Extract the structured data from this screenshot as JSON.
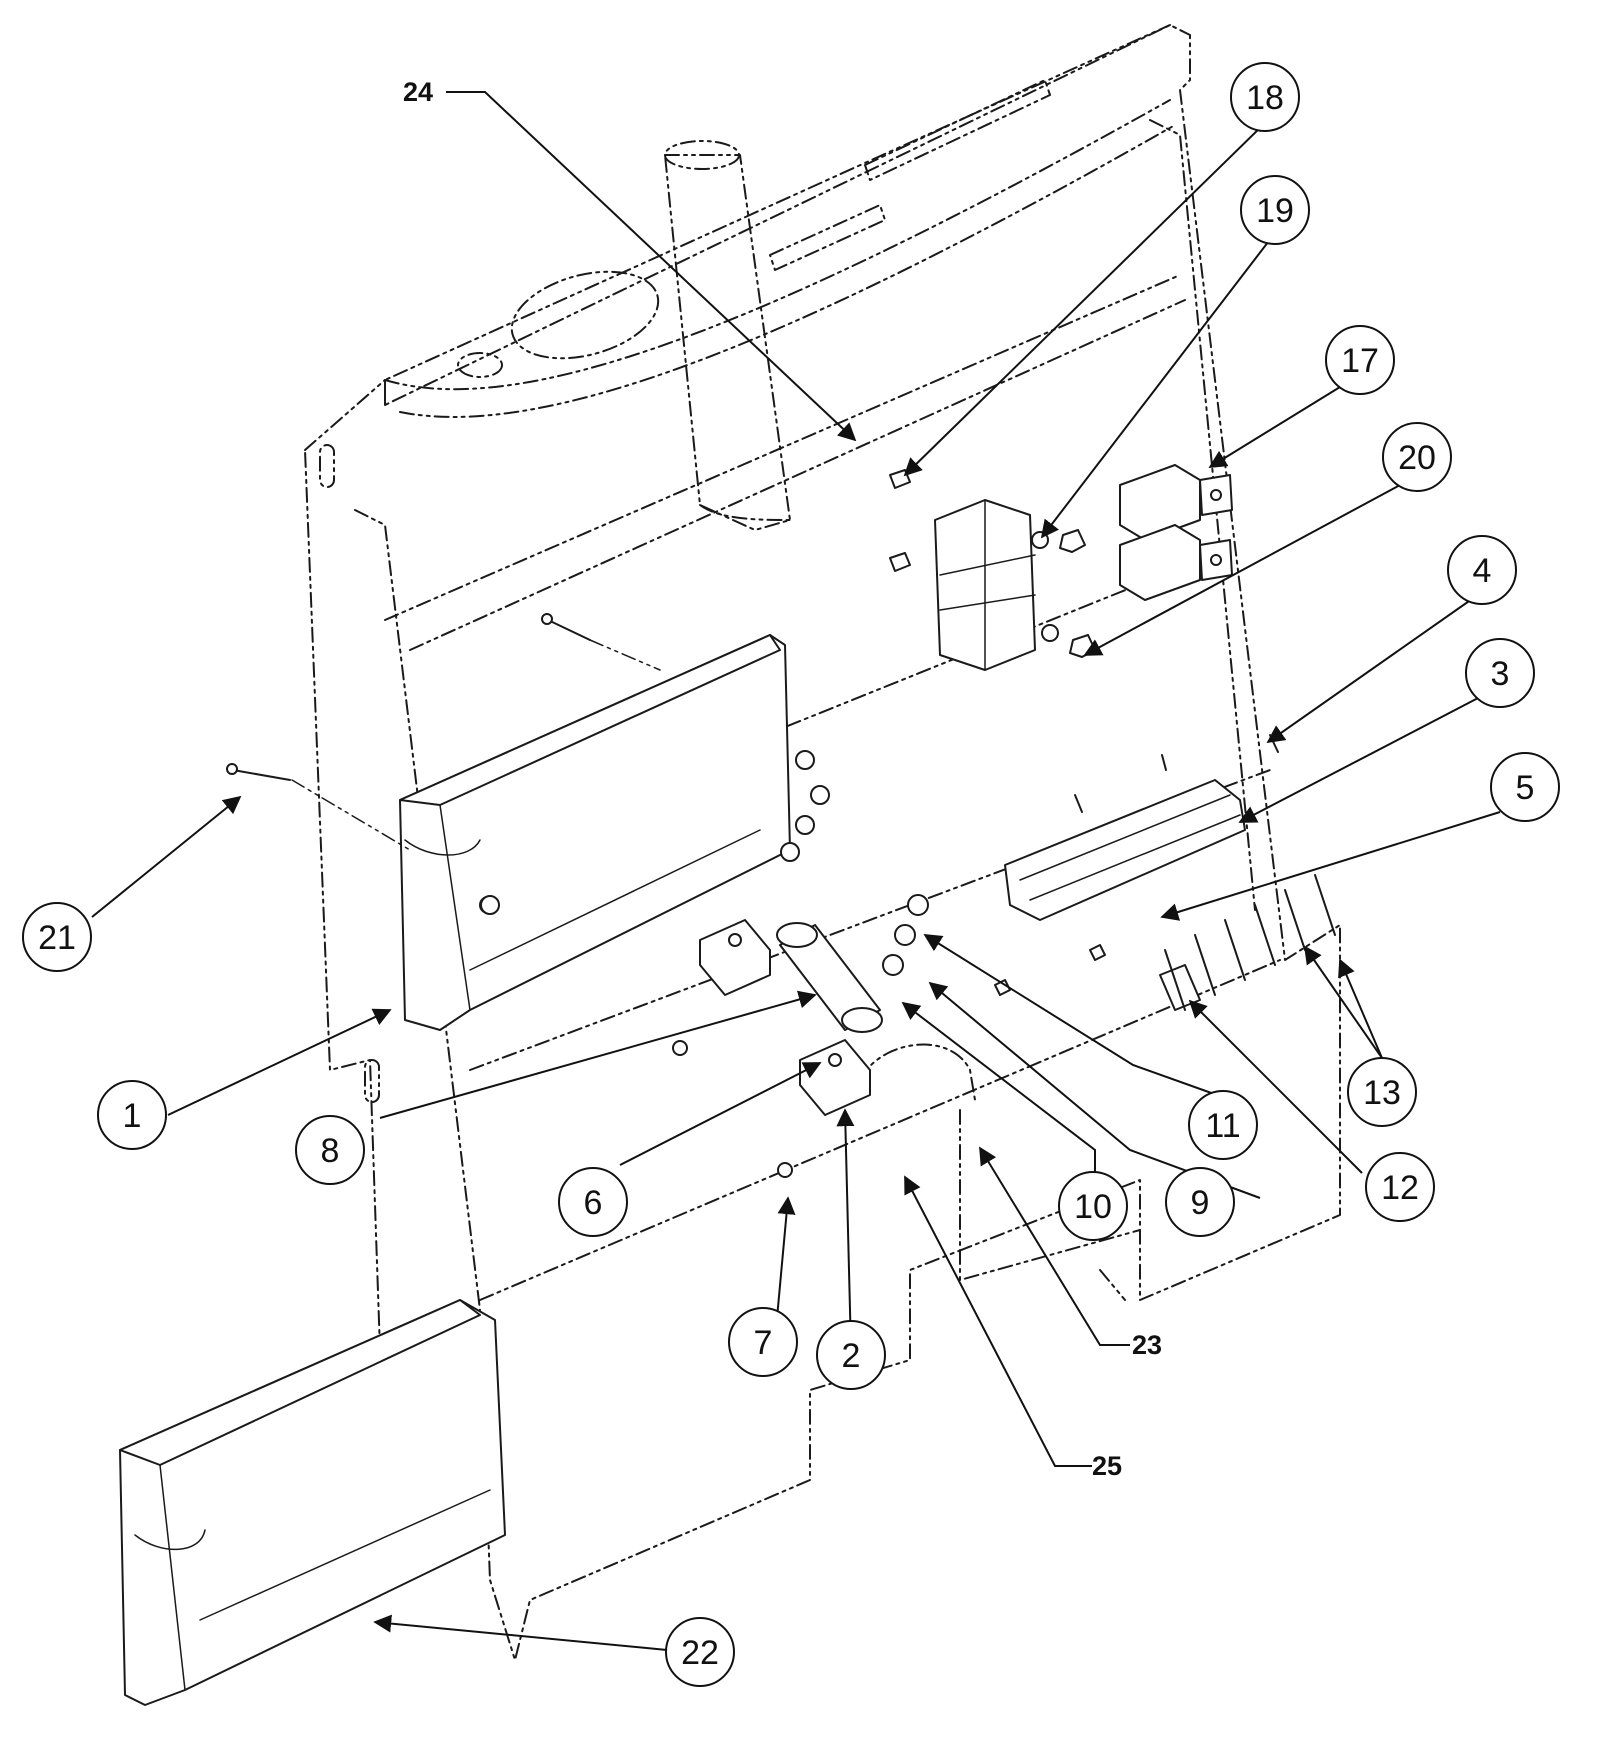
{
  "callouts": [
    {
      "id": "b1",
      "label": "1"
    },
    {
      "id": "b2",
      "label": "2"
    },
    {
      "id": "b3",
      "label": "3"
    },
    {
      "id": "b4",
      "label": "4"
    },
    {
      "id": "b5",
      "label": "5"
    },
    {
      "id": "b6",
      "label": "6"
    },
    {
      "id": "b7",
      "label": "7"
    },
    {
      "id": "b8",
      "label": "8"
    },
    {
      "id": "b9",
      "label": "9"
    },
    {
      "id": "b10",
      "label": "10"
    },
    {
      "id": "b11",
      "label": "11"
    },
    {
      "id": "b12",
      "label": "12"
    },
    {
      "id": "b13",
      "label": "13"
    },
    {
      "id": "b17",
      "label": "17"
    },
    {
      "id": "b18",
      "label": "18"
    },
    {
      "id": "b19",
      "label": "19"
    },
    {
      "id": "b20",
      "label": "20"
    },
    {
      "id": "b21",
      "label": "21"
    },
    {
      "id": "b22",
      "label": "22"
    }
  ],
  "plain_callouts": [
    {
      "id": "p23",
      "label": "23"
    },
    {
      "id": "p24",
      "label": "24"
    },
    {
      "id": "p25",
      "label": "25"
    }
  ]
}
